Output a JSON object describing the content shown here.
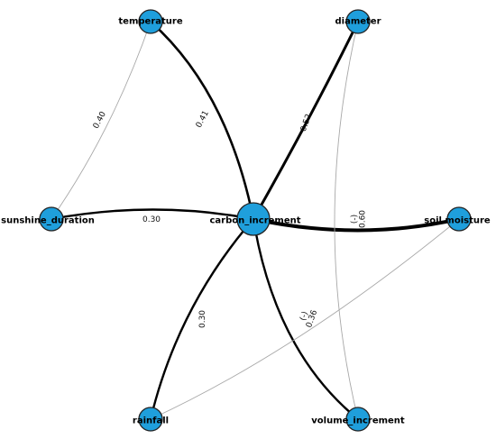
{
  "colors": {
    "node_fill": "#1f9fdc",
    "node_stroke": "#222222",
    "strong_edge": "#000000",
    "weak_edge": "#a8a8a8",
    "background": "#ffffff"
  },
  "nodes": [
    {
      "id": "temperature",
      "label": "temperature"
    },
    {
      "id": "diameter",
      "label": "diameter"
    },
    {
      "id": "sunshine_duration",
      "label": "sunshine_duration"
    },
    {
      "id": "carbon_increment",
      "label": "carbon_increment"
    },
    {
      "id": "soil_moisture",
      "label": "soil moisture"
    },
    {
      "id": "rainfall",
      "label": "rainfall"
    },
    {
      "id": "volume_increment",
      "label": "volume_increment"
    }
  ],
  "edges": [
    {
      "source": "temperature",
      "target": "carbon_increment",
      "label": "0.41",
      "strength": "strong"
    },
    {
      "source": "diameter",
      "target": "carbon_increment",
      "label": "0.52",
      "strength": "strong"
    },
    {
      "source": "sunshine_duration",
      "target": "carbon_increment",
      "label": "0.30",
      "strength": "strong"
    },
    {
      "source": "carbon_increment",
      "target": "soil_moisture",
      "label": "(-)\n0.60",
      "strength": "strong"
    },
    {
      "source": "rainfall",
      "target": "carbon_increment",
      "label": "0.30",
      "strength": "strong"
    },
    {
      "source": "carbon_increment",
      "target": "volume_increment",
      "label": "(-)\n0.36",
      "strength": "strong"
    },
    {
      "source": "temperature",
      "target": "sunshine_duration",
      "label": "0.40",
      "strength": "weak"
    },
    {
      "source": "diameter",
      "target": "volume_increment",
      "label": "",
      "strength": "weak"
    },
    {
      "source": "soil_moisture",
      "target": "rainfall",
      "label": "",
      "strength": "weak"
    }
  ]
}
